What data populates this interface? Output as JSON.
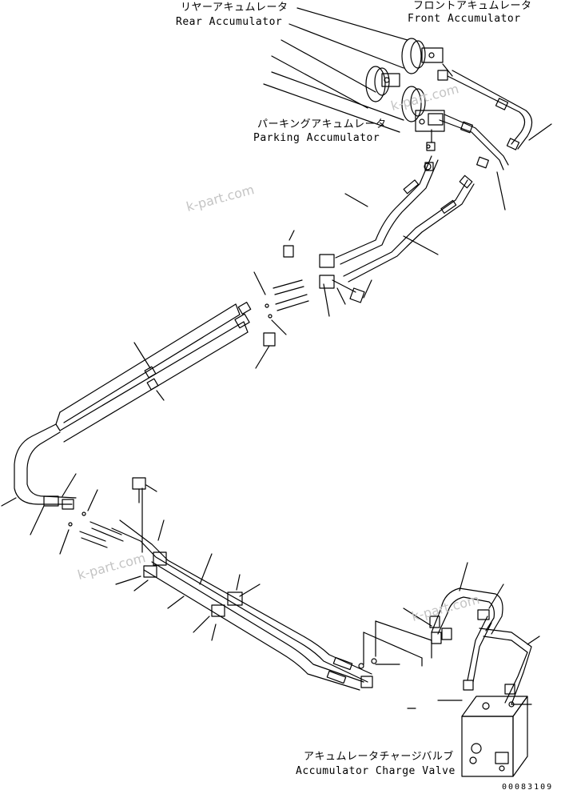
{
  "labels": {
    "rear_jp": "リヤーアキュムレータ",
    "rear_en": "Rear Accumulator",
    "front_jp": "フロントアキュムレータ",
    "front_en": "Front Accumulator",
    "parking_jp": "パーキングアキュムレータ",
    "parking_en": "Parking Accumulator",
    "charge_jp": "アキュムレータチャージバルブ",
    "charge_en": "Accumulator Charge Valve"
  },
  "watermark": "k-part.com",
  "drawing_code": "00083109",
  "colors": {
    "ink": "#000000",
    "watermark": "#c4c4c4",
    "background": "#ffffff"
  }
}
